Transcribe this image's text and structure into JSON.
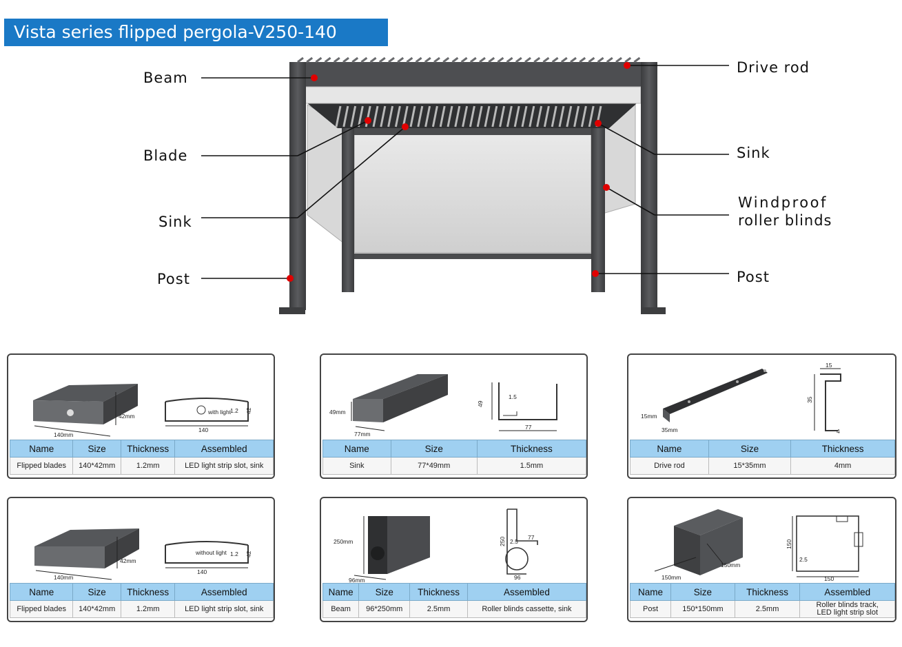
{
  "title": "Vista series flipped pergola-V250-140",
  "callouts": {
    "beam": "Beam",
    "blade": "Blade",
    "sink_left": "Sink",
    "post_left": "Post",
    "drive_rod": "Drive rod",
    "sink_right": "Sink",
    "windproof": "Windproof",
    "roller_blinds": "roller blinds",
    "post_right": "Post"
  },
  "headers": {
    "name": "Name",
    "size": "Size",
    "thickness": "Thickness",
    "assembled": "Assembled"
  },
  "cards": [
    {
      "name": "Flipped blades",
      "size": "140*42mm",
      "thickness": "1.2mm",
      "assembled": "LED light strip slot, sink",
      "dims": {
        "length": "140mm",
        "height": "42mm",
        "note": "with light",
        "section_w": "140",
        "section_h": "42",
        "wall": "1.2"
      }
    },
    {
      "name": "Sink",
      "size": "77*49mm",
      "thickness": "1.5mm",
      "dims": {
        "height": "49mm",
        "width": "77mm",
        "section_h": "49",
        "section_w": "77",
        "wall": "1.5"
      }
    },
    {
      "name": "Drive rod",
      "size": "15*35mm",
      "thickness": "4mm",
      "dims": {
        "a": "15mm",
        "b": "35mm",
        "sec_top": "15",
        "sec_side": "35",
        "sec_bottom": "4"
      }
    },
    {
      "name": "Flipped blades",
      "size": "140*42mm",
      "thickness": "1.2mm",
      "assembled": "LED light strip slot, sink",
      "dims": {
        "length": "140mm",
        "height": "42mm",
        "note": "without light",
        "section_w": "140",
        "section_h": "42",
        "wall": "1.2"
      }
    },
    {
      "name": "Beam",
      "size": "96*250mm",
      "thickness": "2.5mm",
      "assembled": "Roller blinds cassette, sink",
      "dims": {
        "height": "250mm",
        "width": "96mm",
        "sec_h": "250",
        "sec_w": "96",
        "sec_r": "77",
        "sec_t": "2.5"
      }
    },
    {
      "name": "Post",
      "size": "150*150mm",
      "thickness": "2.5mm",
      "assembled_1": "Roller blinds track,",
      "assembled_2": "LED light strip slot",
      "dims": {
        "w": "150mm",
        "h": "150mm",
        "sec_h": "150",
        "sec_t": "2.5",
        "sec_w": "150"
      }
    }
  ],
  "colors": {
    "banner": "#1a79c6",
    "header_cell": "#9fd0f1",
    "frame": "#4a4b4d",
    "marker": "#e00000"
  }
}
